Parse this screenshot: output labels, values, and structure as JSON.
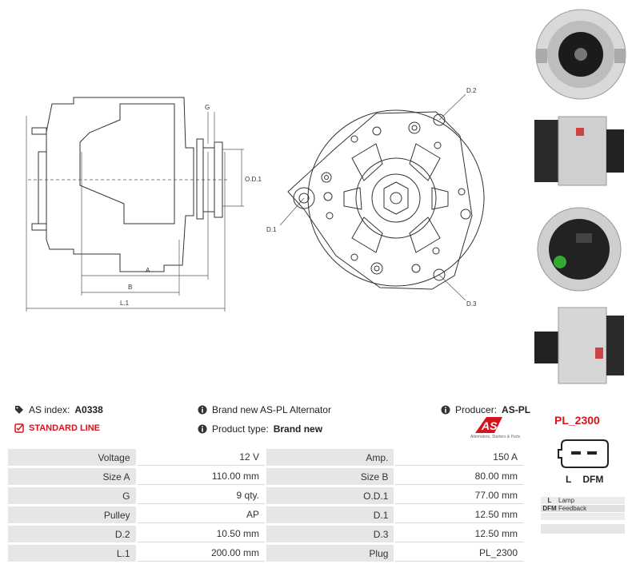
{
  "header": {
    "as_index_label": "AS index:",
    "as_index_value": "A0338",
    "line_label": "STANDARD LINE",
    "description": "Brand new AS-PL Alternator",
    "product_type_label": "Product type:",
    "product_type_value": "Brand new",
    "producer_label": "Producer:",
    "producer_value": "AS-PL",
    "logo_text": "AS",
    "logo_tagline": "Alternators, Starters & Parts"
  },
  "drawing": {
    "dim_G": "G",
    "dim_OD1": "O.D.1",
    "dim_A": "A",
    "dim_B": "B",
    "dim_L1": "L.1",
    "dim_D1": "D.1",
    "dim_D2": "D.2",
    "dim_D3": "D.3"
  },
  "plug": {
    "code": "PL_2300",
    "terminal_L": "L",
    "terminal_DFM": "DFM",
    "legend": [
      {
        "key": "L",
        "value": "Lamp"
      },
      {
        "key": "DFM",
        "value": "Feedback"
      }
    ]
  },
  "specs": [
    {
      "l1": "Voltage",
      "v1": "12 V",
      "l2": "Amp.",
      "v2": "150 A"
    },
    {
      "l1": "Size A",
      "v1": "110.00 mm",
      "l2": "Size B",
      "v2": "80.00 mm"
    },
    {
      "l1": "G",
      "v1": "9 qty.",
      "l2": "O.D.1",
      "v2": "77.00 mm"
    },
    {
      "l1": "Pulley",
      "v1": "AP",
      "l2": "D.1",
      "v2": "12.50 mm"
    },
    {
      "l1": "D.2",
      "v1": "10.50 mm",
      "l2": "D.3",
      "v2": "12.50 mm"
    },
    {
      "l1": "L.1",
      "v1": "200.00 mm",
      "l2": "Plug",
      "v2": "PL_2300"
    }
  ],
  "colors": {
    "accent": "#d6131b",
    "label_bg": "#e6e6e6"
  }
}
